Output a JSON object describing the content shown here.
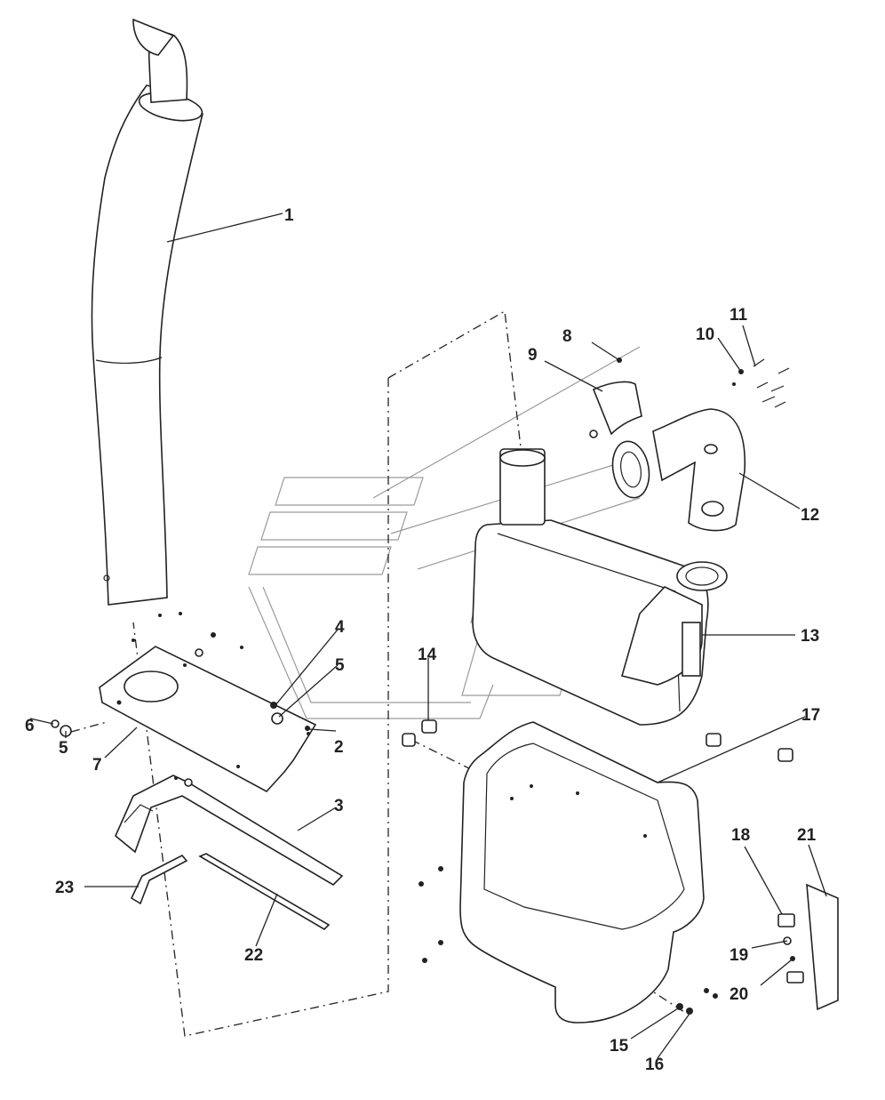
{
  "diagram": {
    "type": "exploded parts diagram",
    "callouts": [
      "1",
      "2",
      "3",
      "4",
      "5",
      "5",
      "6",
      "7",
      "8",
      "9",
      "10",
      "11",
      "12",
      "13",
      "14",
      "15",
      "16",
      "17",
      "18",
      "19",
      "20",
      "21",
      "22",
      "23"
    ]
  }
}
